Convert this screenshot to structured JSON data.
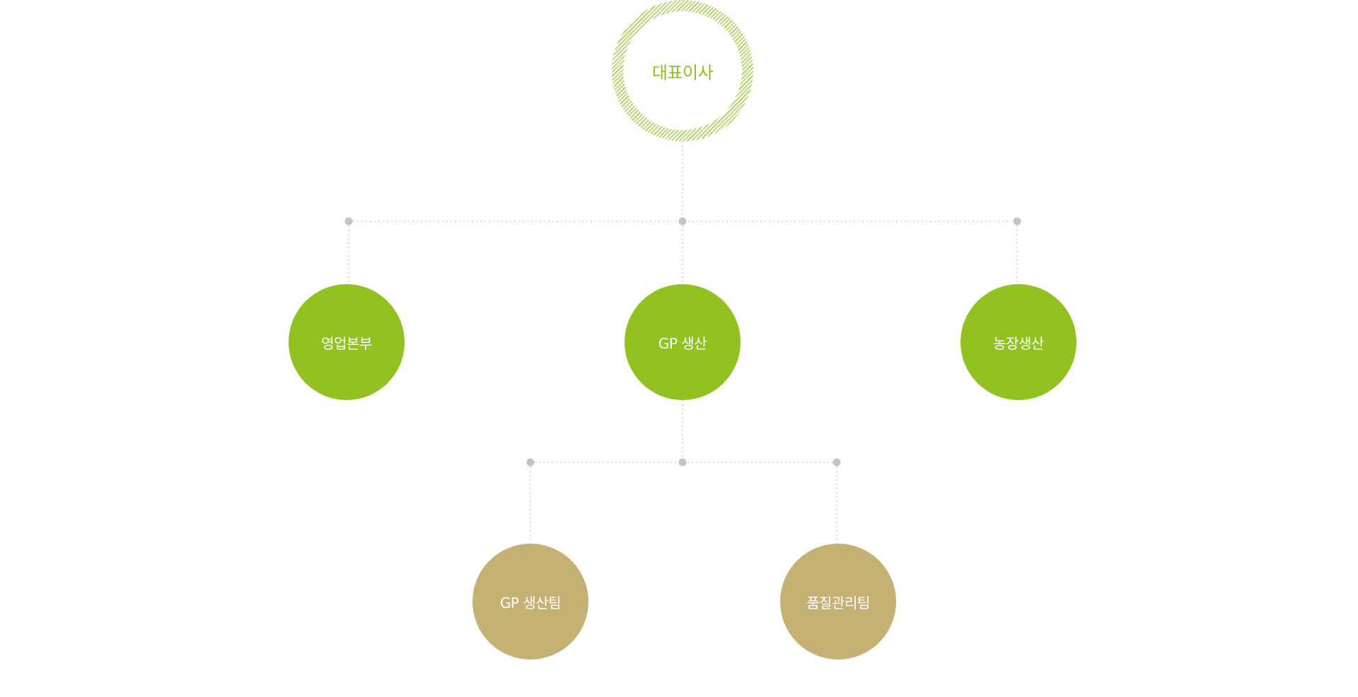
{
  "org": {
    "ceo": "대표이사",
    "divisions": [
      {
        "label": "영업본부"
      },
      {
        "label": "GP 생산"
      },
      {
        "label": "농장생산"
      }
    ],
    "teams": [
      {
        "label": "GP 생산팀"
      },
      {
        "label": "품질관리팀"
      }
    ]
  },
  "colors": {
    "division_fill": "#92c221",
    "team_fill": "#c6b175",
    "ceo_text": "#8dbf1f",
    "ceo_ring": "#a6cf4f",
    "connector": "#cfcfcf",
    "junction_dot": "#c4c4c4"
  }
}
